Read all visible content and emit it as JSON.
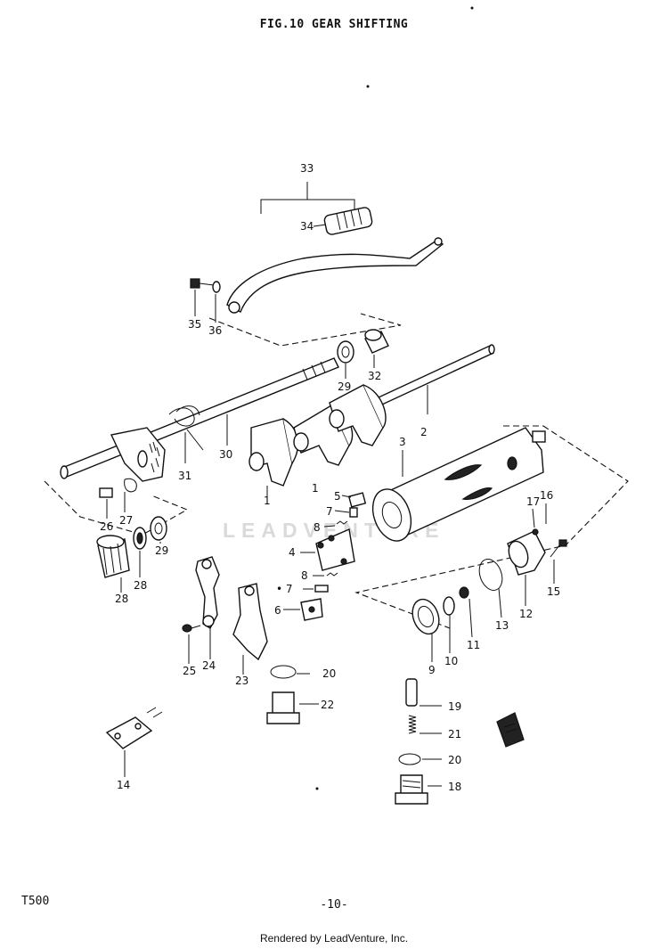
{
  "title": "FIG.10  GEAR SHIFTING",
  "model": "T500",
  "page_number": "-10-",
  "footer": "Rendered by LeadVenture, Inc.",
  "watermark": "LEADVENTURE",
  "callouts": {
    "c1": "1",
    "c1b": "1",
    "c2": "2",
    "c3": "3",
    "c4": "4",
    "c5": "5",
    "c6": "6",
    "c7a": "7",
    "c7b": "• 7",
    "c8a": "8",
    "c8b": "8",
    "c9": "9",
    "c10": "10",
    "c11": "11",
    "c12": "12",
    "c13": "13",
    "c14": "14",
    "c15": "15",
    "c16": "16",
    "c17": "17",
    "c18": "18",
    "c19": "19",
    "c20a": "20",
    "c20b": "20",
    "c21": "21",
    "c22": "22",
    "c23": "23",
    "c24": "24",
    "c25": "25",
    "c26": "26",
    "c27": "27",
    "c28": "28",
    "c29a": "29",
    "c29b": "29",
    "c30": "30",
    "c31": "31",
    "c32": "32",
    "c33": "33",
    "c34": "34",
    "c35": "35",
    "c36": "36"
  }
}
